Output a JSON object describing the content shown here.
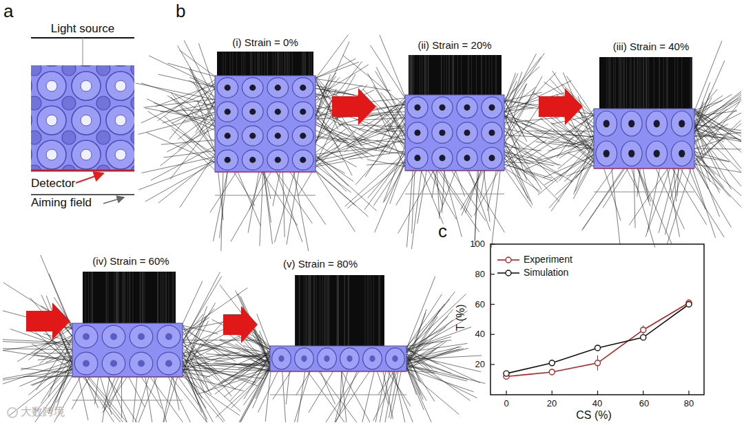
{
  "diagram": {
    "labels": [
      "a",
      "Light source",
      "Detector",
      "Aiming field",
      "b",
      "(i) Strain = 0%",
      "(ii) Strain = 20%",
      "(iii) Strain = 40%",
      "(iv) Strain = 60%",
      "(v) Strain = 80%",
      "c",
      "100",
      "80",
      "60",
      "40",
      "20",
      "0",
      "20",
      "40",
      "60",
      "80",
      "T (%)",
      "CS (%)",
      "大数跨境"
    ],
    "legend": [
      {
        "text": "Experiment"
      },
      {
        "text": "Simulation"
      }
    ]
  }
}
